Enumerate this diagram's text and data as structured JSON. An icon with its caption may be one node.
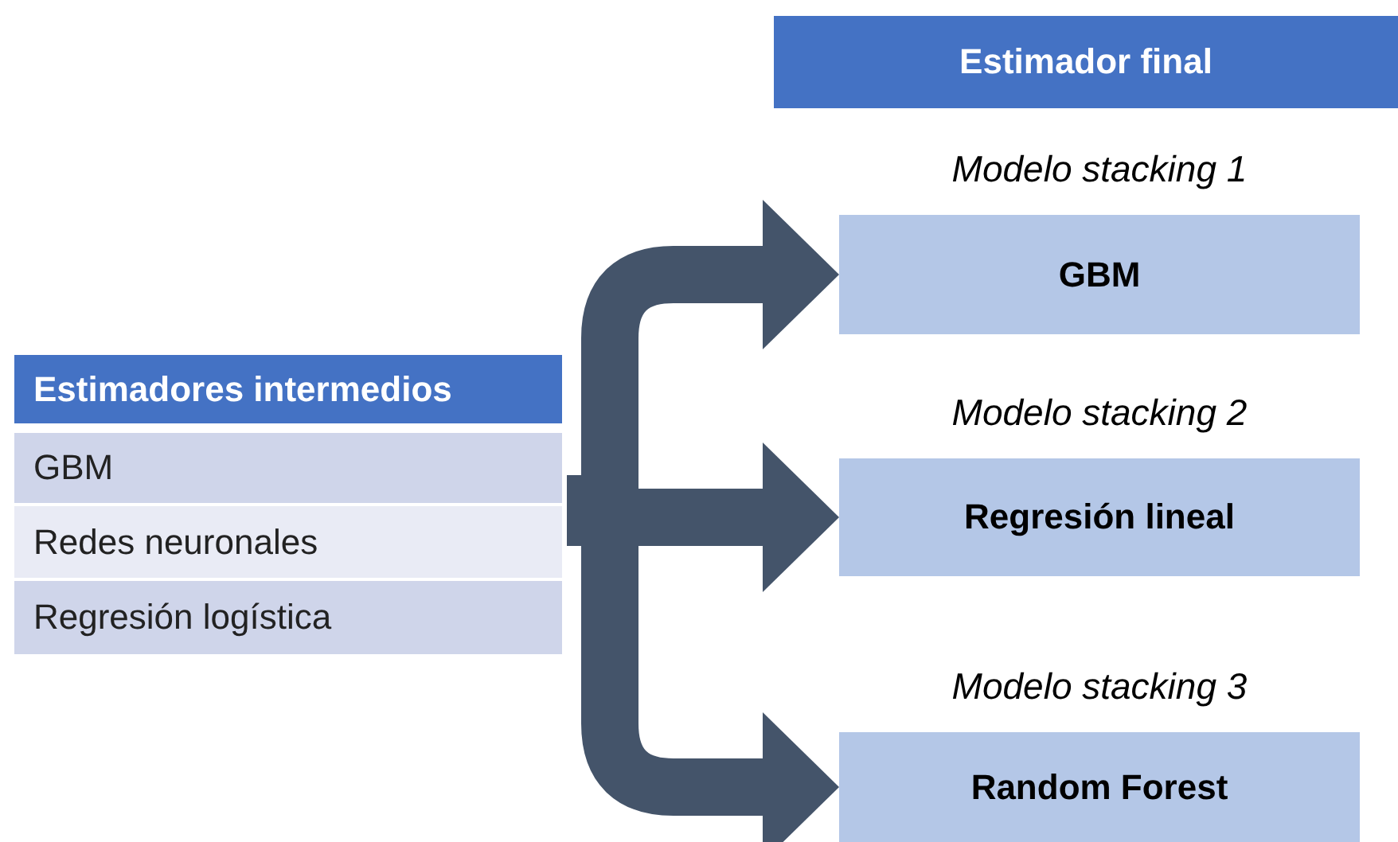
{
  "diagram": {
    "nodes": [
      {
        "text": [
          "Estimadores intermedios"
        ]
      },
      {
        "text": [
          "GBM"
        ],
        "in": 0
      },
      {
        "text": [
          "Redes neuronales"
        ],
        "in": 0
      },
      {
        "text": [
          "Regresión logística"
        ],
        "in": 0
      },
      {
        "text": [
          "Estimador final"
        ]
      },
      {
        "text": [
          "GBM"
        ],
        "beside": [
          "Modelo stacking 1"
        ]
      },
      {
        "text": [
          "Regresión lineal"
        ],
        "beside": [
          "Modelo stacking 2"
        ]
      },
      {
        "text": [
          "Random Forest"
        ],
        "beside": [
          "Modelo stacking 3"
        ]
      }
    ],
    "edges": [
      {
        "from": 0,
        "to": 5,
        "arrow": "to"
      },
      {
        "from": 0,
        "to": 6,
        "arrow": "to"
      },
      {
        "from": 0,
        "to": 7,
        "arrow": "to"
      }
    ]
  }
}
